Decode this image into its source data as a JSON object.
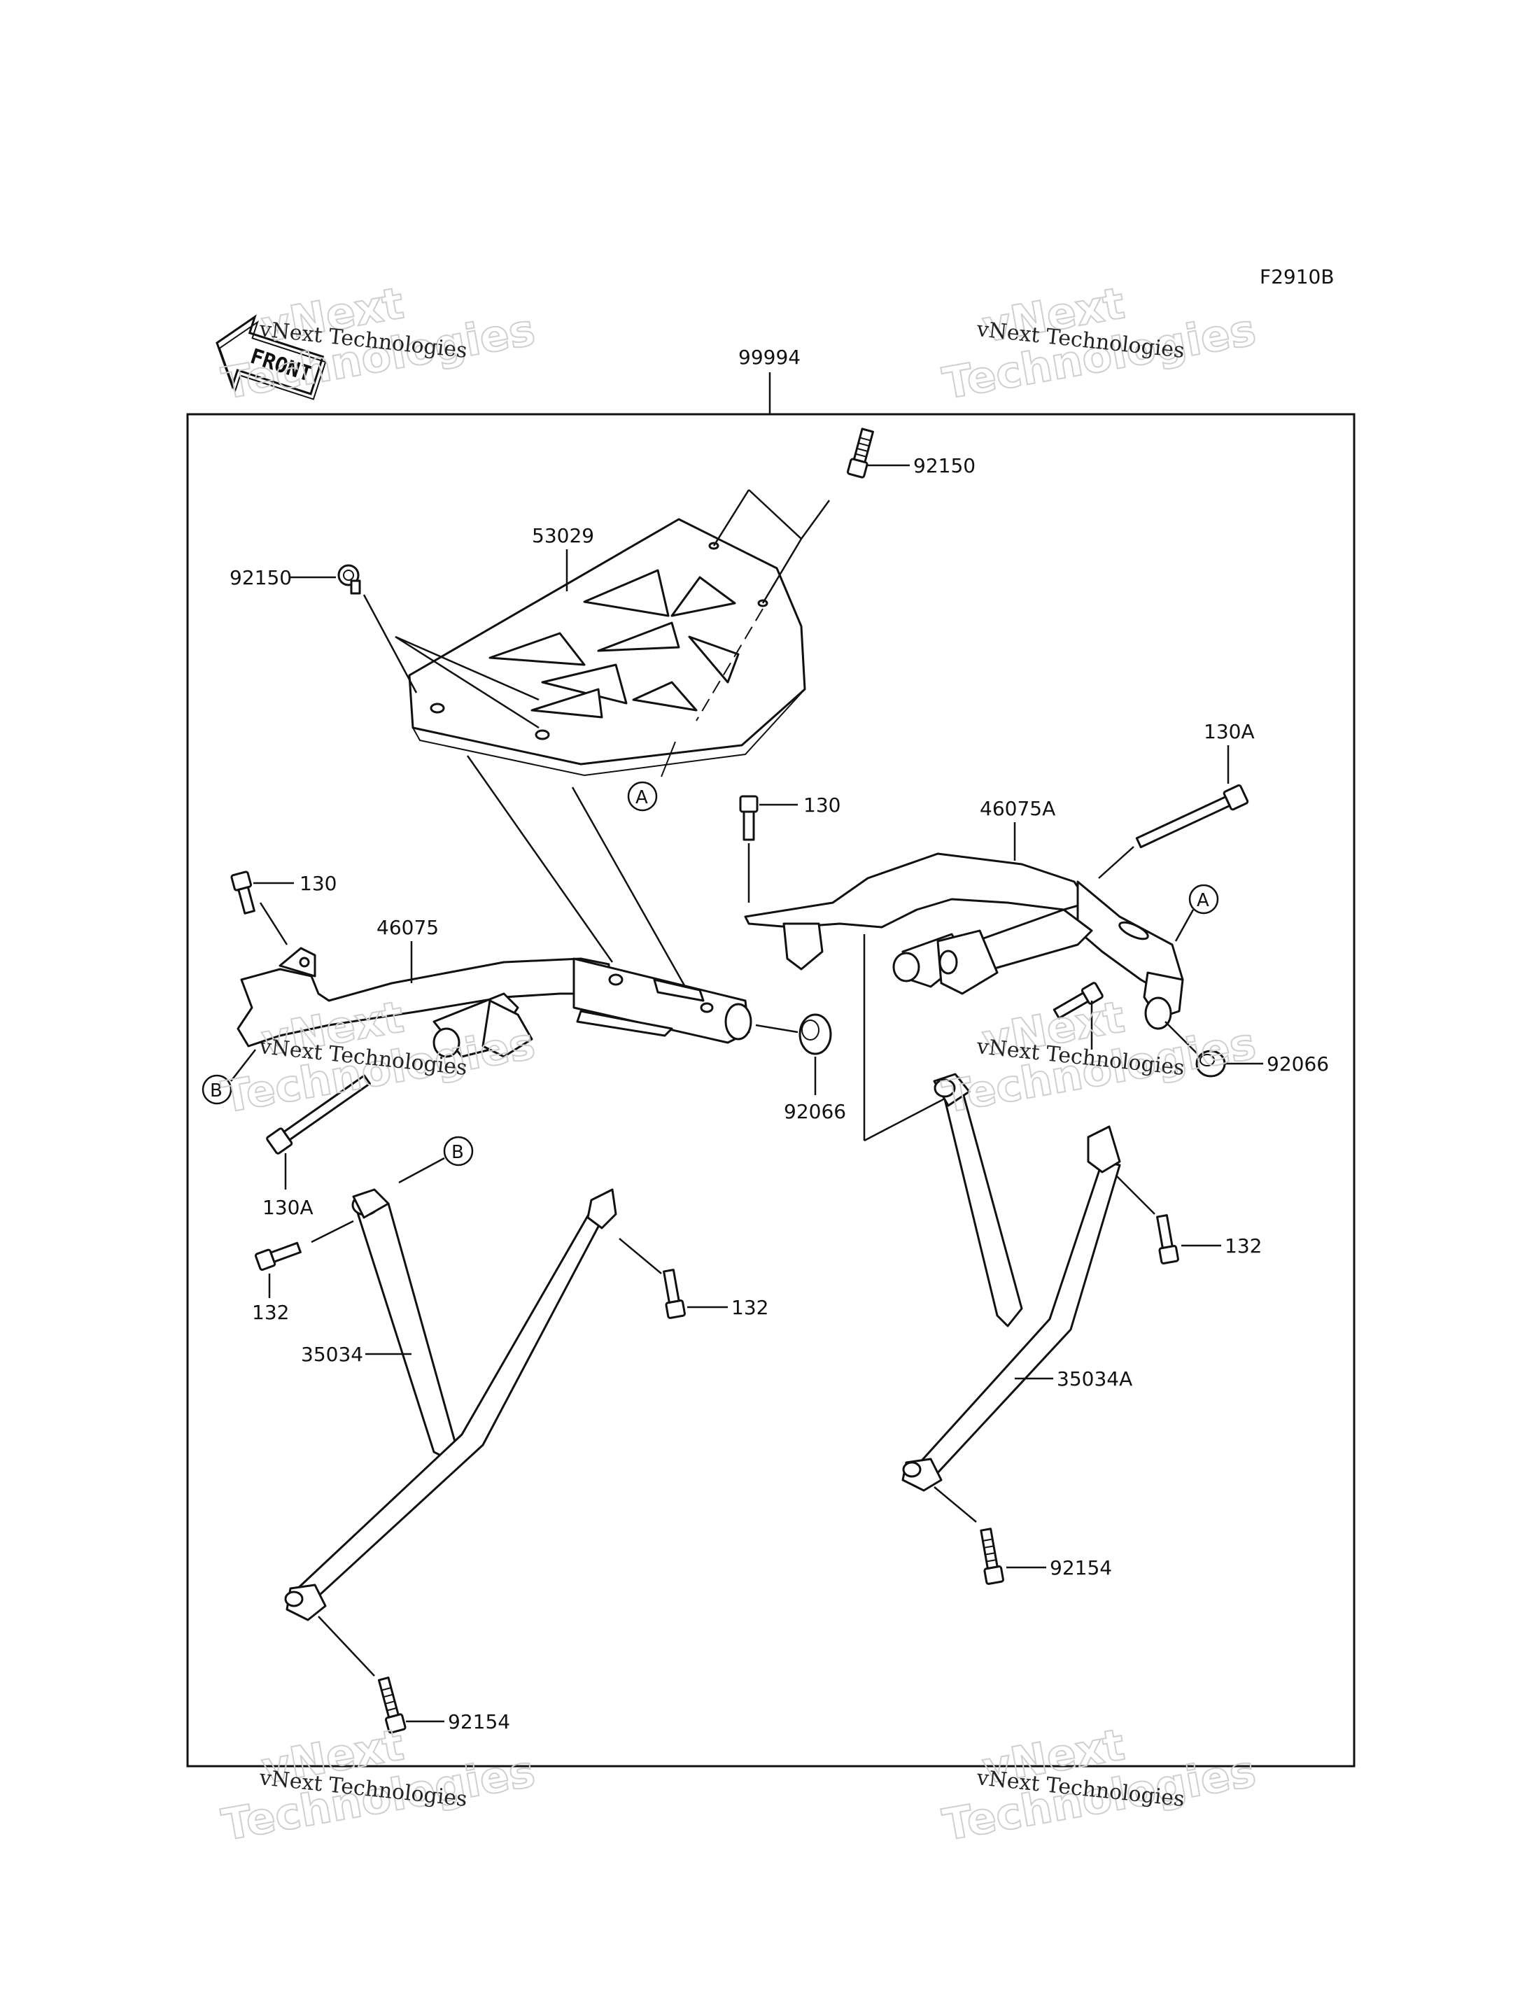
{
  "diagram": {
    "figure_code": "F2910B",
    "assembly_number": "99994",
    "front_label": "FRONT",
    "watermark_text": "vNext Technologies",
    "watermark_big_line1": "vNext",
    "watermark_big_line2": "Technologies",
    "callouts": {
      "bolt_92150_top": "92150",
      "bolt_92150_left": "92150",
      "plate_53029": "53029",
      "marker_a_plate": "A",
      "bolt_130_right": "130",
      "bolt_130a_right": "130A",
      "bracket_46075a": "46075A",
      "marker_a_right": "A",
      "bolt_130_left": "130",
      "bracket_46075": "46075",
      "marker_b_left": "B",
      "bolt_130a_left": "130A",
      "grommet_92066_center": "92066",
      "grommet_92066_right": "92066",
      "bolt_132_right": "132",
      "marker_b_stay": "B",
      "bolt_132_left": "132",
      "bolt_132_center": "132",
      "stay_35034": "35034",
      "stay_35034a": "35034A",
      "bolt_92154_right": "92154",
      "bolt_92154_left": "92154"
    }
  }
}
